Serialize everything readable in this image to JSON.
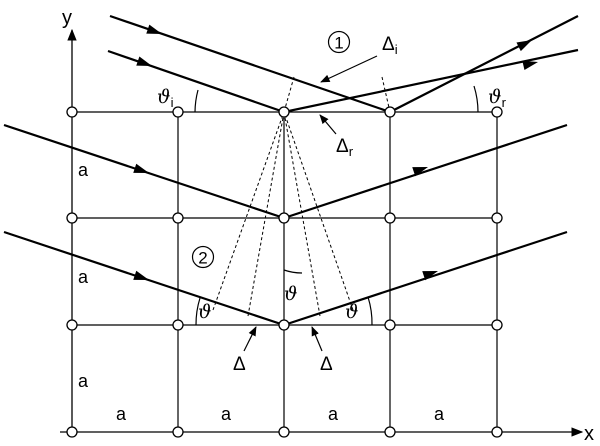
{
  "axes": {
    "x": "x",
    "y": "y"
  },
  "spacing_label": "a",
  "circled_1": "1",
  "circled_2": "2",
  "delta_i": {
    "base": "Δ",
    "sub": "i"
  },
  "delta_r": {
    "base": "Δ",
    "sub": "r"
  },
  "delta": "Δ",
  "theta_i": {
    "base": "ϑ",
    "sub": "i"
  },
  "theta_r": {
    "base": "ϑ",
    "sub": "r"
  },
  "theta": "ϑ"
}
